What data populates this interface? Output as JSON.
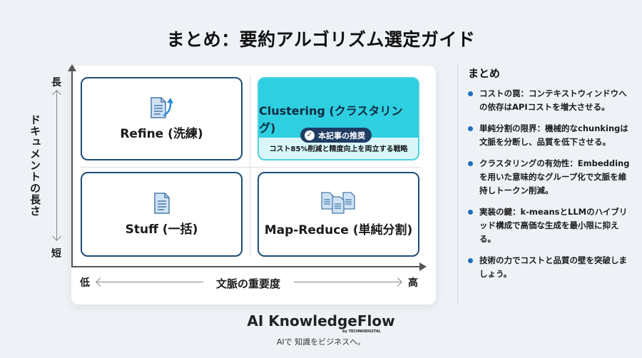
{
  "title": "まとめ：要約アルゴリズム選定ガイド",
  "matrix": {
    "y_axis": {
      "title": "ドキュメントの長さ",
      "high_label": "長",
      "low_label": "短"
    },
    "x_axis": {
      "title": "文脈の重要度",
      "low_label": "低",
      "high_label": "高"
    },
    "quadrants": {
      "top_left": {
        "label": "Refine (洗練)",
        "icon": "document-refine-icon"
      },
      "top_right": {
        "label": "Clustering (クラスタリング)",
        "badge": "本記事の推奨",
        "badge_icon": "check-circle-icon",
        "subtext": "コスト85%削減と精度向上を両立する戦略",
        "highlight_color": "#2ecfe0"
      },
      "bottom_left": {
        "label": "Stuff (一括)",
        "icon": "document-icon"
      },
      "bottom_right": {
        "label": "Map-Reduce (単純分割)",
        "icon": "multiple-documents-icon"
      }
    }
  },
  "summary": {
    "title": "まとめ",
    "items": [
      "コストの罠：コンテキストウィンドウへの依存はAPIコストを増大させる。",
      "単純分割の限界：機械的なchunkingは文脈を分断し、品質を低下させる。",
      "クラスタリングの有効性：Embeddingを用いた意味的なグループ化で文脈を維持しトークン削減。",
      "実装の鍵：k-meansとLLMのハイブリッド構成で高価な生成を最小限に抑える。",
      "技術の力でコストと品質の壁を突破しましょう。"
    ],
    "bullet_color": "#1f6fbf"
  },
  "footer": {
    "brand": "AI KnowledgeFlow",
    "by": "by TECHNODIGITAL",
    "tagline": "AIで 知識をビジネスへ。"
  }
}
